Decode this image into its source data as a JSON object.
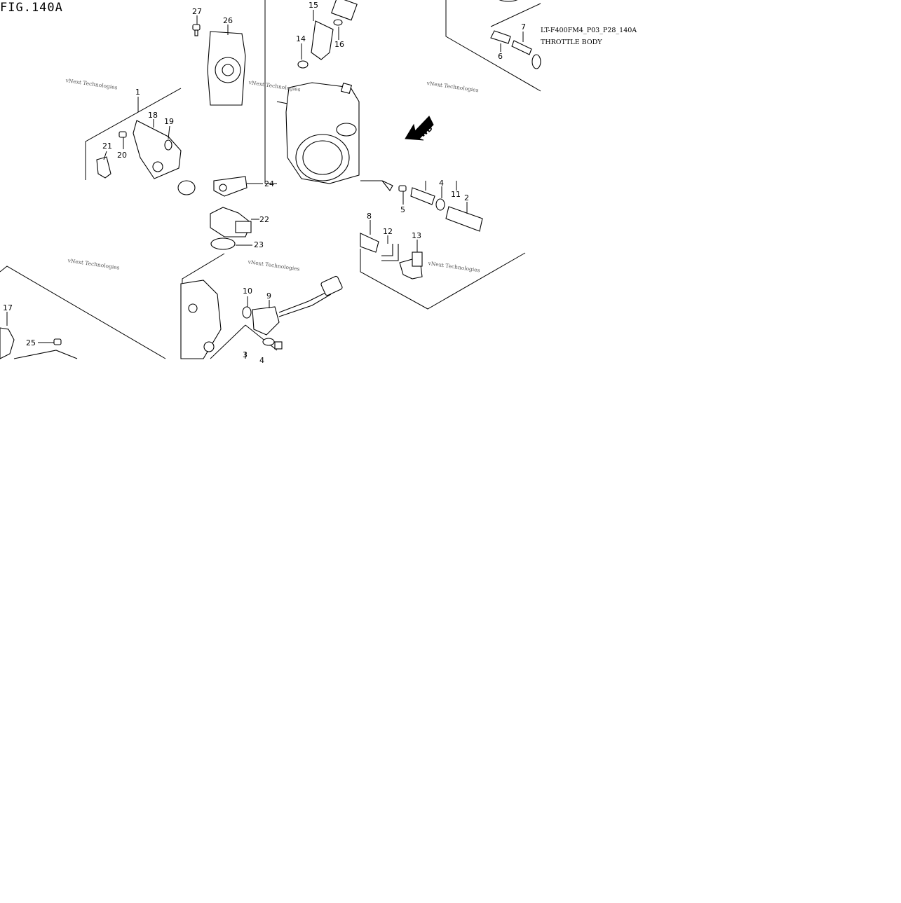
{
  "figure": {
    "title": "FIG.140A",
    "code": "LT-F400FM4_P03_P28_140A",
    "name": "THROTTLE BODY",
    "fwd_label": "FWD"
  },
  "watermark": {
    "text": "vNext Technologies"
  },
  "callouts": [
    "1",
    "2",
    "3",
    "4",
    "4",
    "5",
    "6",
    "7",
    "8",
    "9",
    "10",
    "11",
    "12",
    "13",
    "14",
    "15",
    "16",
    "17",
    "18",
    "19",
    "20",
    "21",
    "22",
    "23",
    "24",
    "25",
    "26",
    "27"
  ]
}
